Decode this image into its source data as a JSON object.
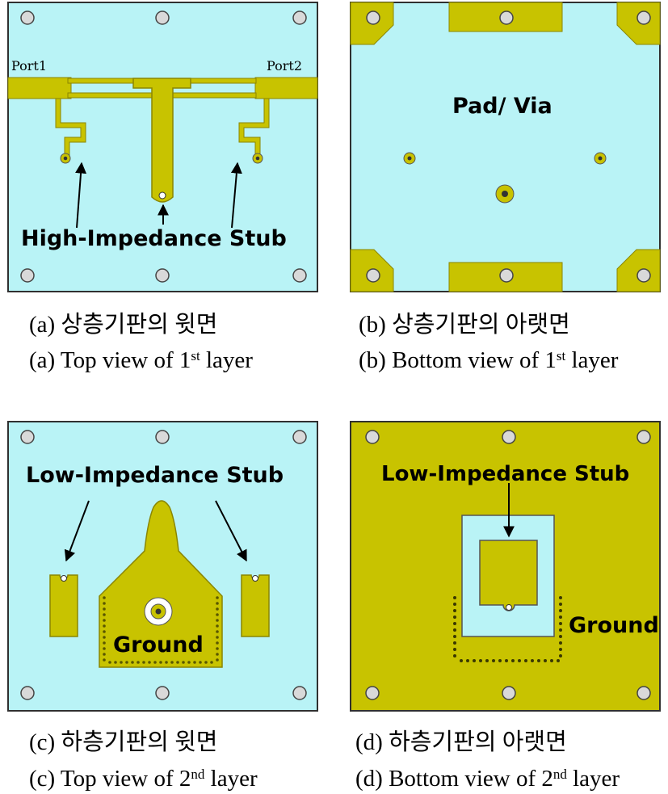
{
  "colors": {
    "substrate": "#b9f3f6",
    "copper": "#c8c300",
    "copper_dark": "#8a8600",
    "screw": "#d9d9d9",
    "border": "#303030"
  },
  "panel_a": {
    "port1": "Port1",
    "port2": "Port2",
    "stub_label": "High-Impedance Stub",
    "caption_kr": "(a)  상층기판의 윗면",
    "caption_en_pre": "(a)  Top view of 1",
    "caption_en_sup": "st",
    "caption_en_post": " layer"
  },
  "panel_b": {
    "label": "Pad/ Via",
    "caption_kr": "(b)  상층기판의 아랫면",
    "caption_en_pre": "(b)  Bottom view of 1",
    "caption_en_sup": "st",
    "caption_en_post": " layer"
  },
  "panel_c": {
    "stub_label": "Low-Impedance Stub",
    "ground_label": "Ground",
    "caption_kr": "(c)  하층기판의 윗면",
    "caption_en_pre": "(c)  Top view of 2",
    "caption_en_sup": "nd",
    "caption_en_post": " layer"
  },
  "panel_d": {
    "stub_label": "Low-Impedance Stub",
    "ground_label": "Ground",
    "caption_kr": "(d)  하층기판의 아랫면",
    "caption_en_pre": "(d)  Bottom view of 2",
    "caption_en_sup": "nd",
    "caption_en_post": " layer"
  }
}
